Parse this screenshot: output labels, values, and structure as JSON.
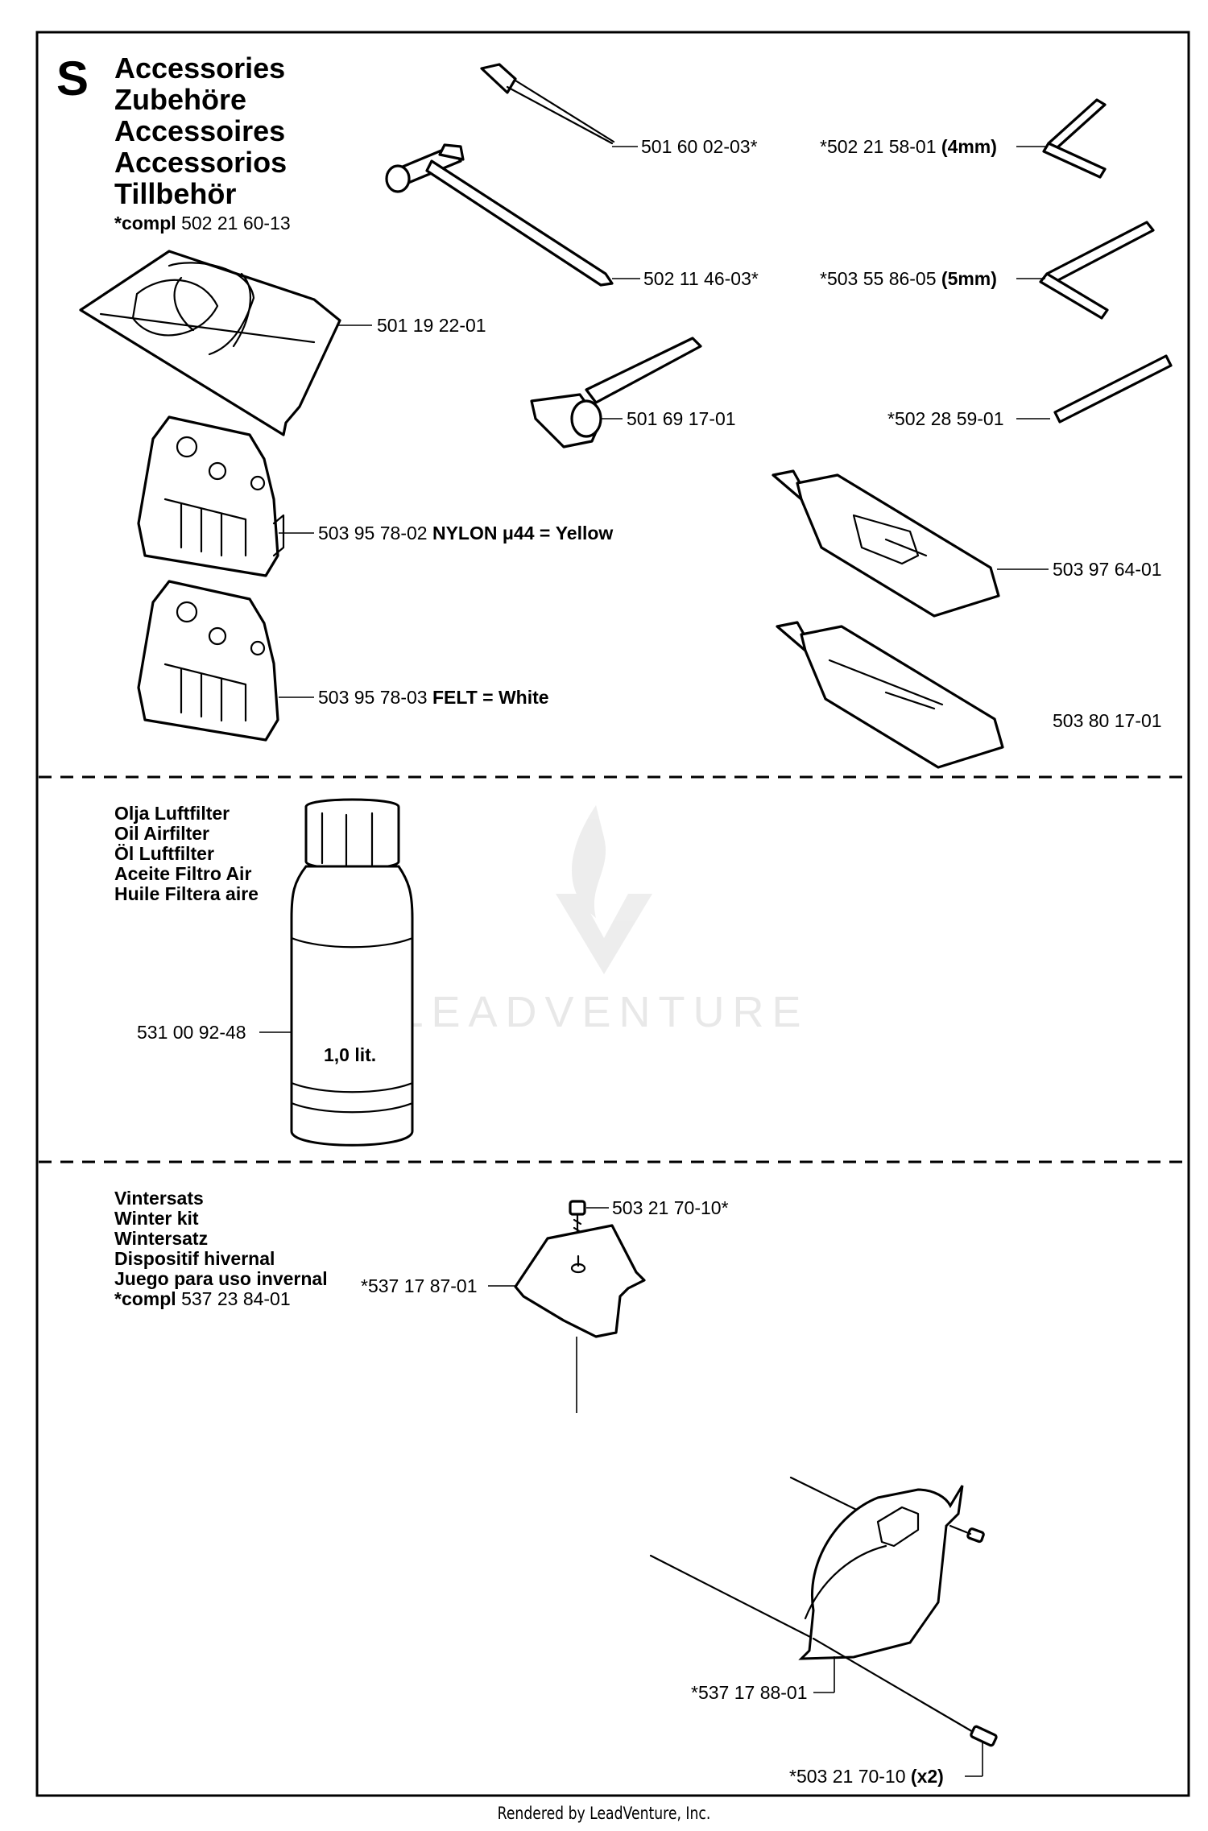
{
  "section": {
    "letter": "S",
    "titles": [
      "Accessories",
      "Zubehöre",
      "Accessoires",
      "Accessorios",
      "Tillbehör"
    ],
    "compl_prefix": "*compl",
    "compl_number": "502 21 60-13"
  },
  "parts_top": {
    "bag": "501 19 22-01",
    "file_handle": "501 60 02-03*",
    "t_wrench": "502 11 46-03*",
    "socket_wrench": "501 69 17-01",
    "hex_key_4_number": "*502 21 58-01",
    "hex_key_4_size": "(4mm)",
    "hex_key_5_number": "*503 55 86-05",
    "hex_key_5_size": "(5mm)",
    "pin": "*502 28 59-01",
    "filter_nylon_number": "503 95 78-02",
    "filter_nylon_desc": "NYLON μ44 = Yellow",
    "filter_felt_number": "503 95 78-03",
    "filter_felt_desc": "FELT = White",
    "grease_tube_1": "503 97 64-01",
    "grease_tube_2": "503 80 17-01"
  },
  "oil": {
    "labels": [
      "Olja Luftfilter",
      "Oil Airfilter",
      "Öl Luftfilter",
      "Aceite Filtro Air",
      "Huile Filtera aire"
    ],
    "part_number": "531 00 92-48",
    "volume": "1,0 lit."
  },
  "winter_kit": {
    "labels": [
      "Vintersats",
      "Winter kit",
      "Wintersatz",
      "Dispositif hivernal",
      "Juego para uso invernal"
    ],
    "compl_prefix": "*compl",
    "compl_number": "537 23 84-01",
    "screw_top": "503 21 70-10*",
    "plate": "*537 17 87-01",
    "cover": "*537 17 88-01",
    "screw_bottom_number": "*503 21 70-10",
    "screw_bottom_qty": "(x2)"
  },
  "watermark": "LEADVENTURE",
  "footer": "Rendered by LeadVenture, Inc."
}
